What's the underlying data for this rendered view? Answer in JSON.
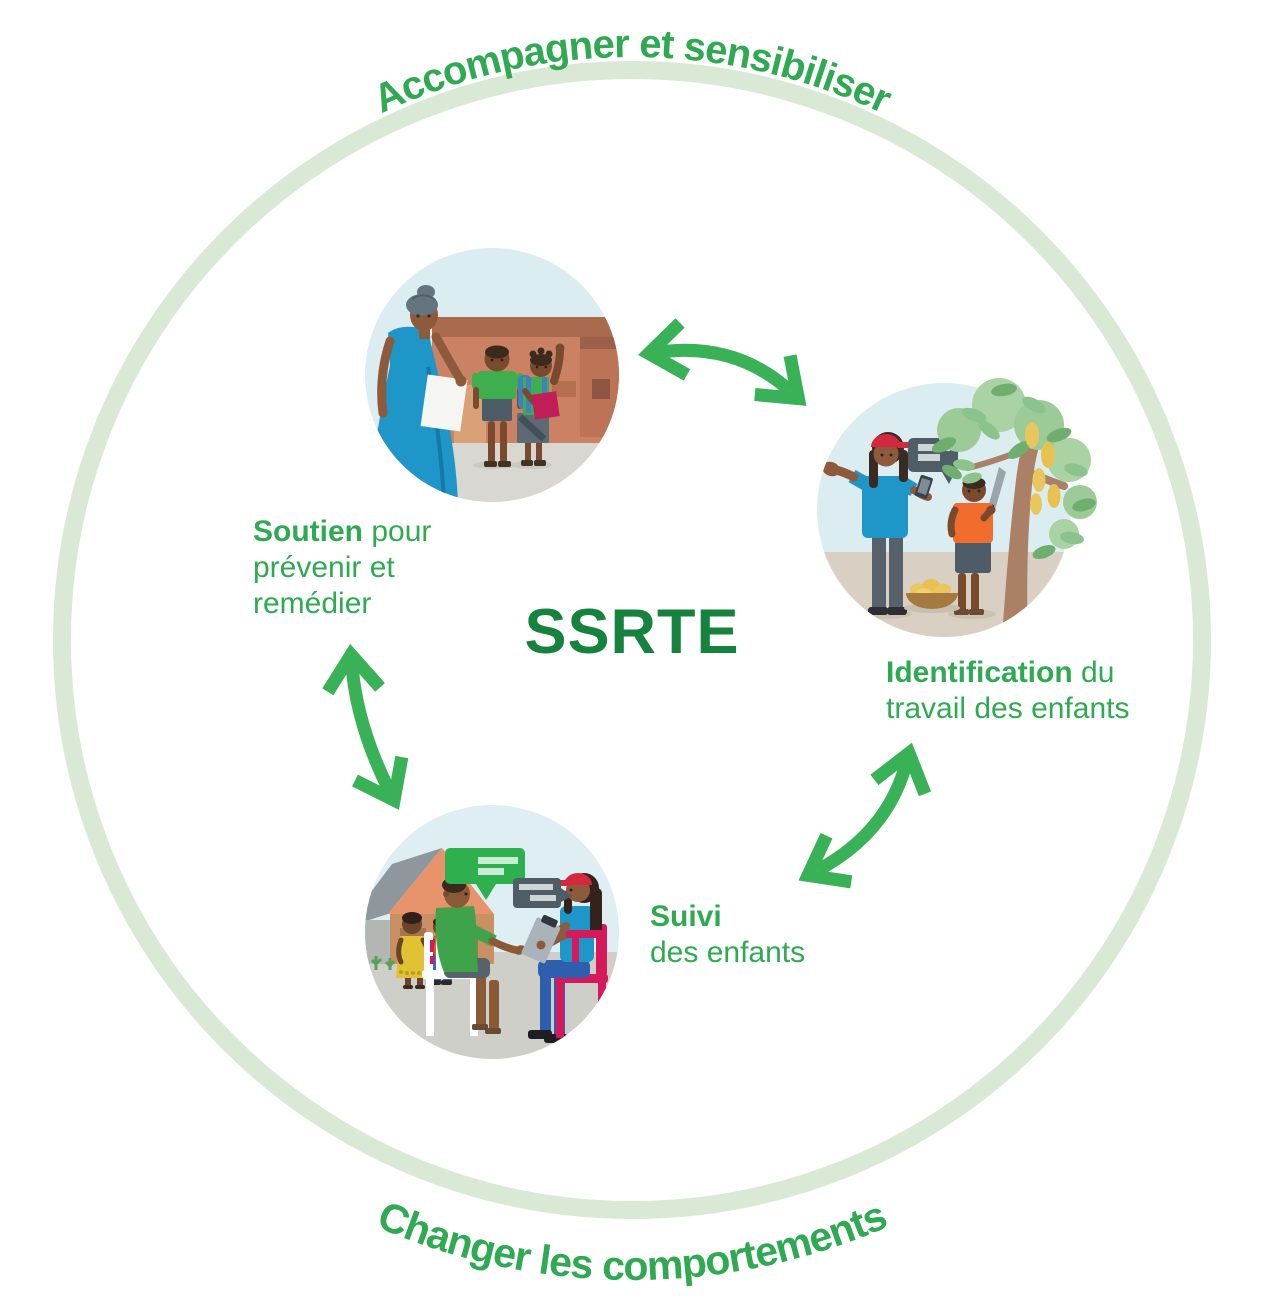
{
  "center_title": "SSRTE",
  "arc_top_text": "Accompagner et sensibiliser",
  "arc_bottom_text": "Changer les comportements",
  "labels": {
    "soutien": {
      "bold": "Soutien",
      "line1_rest": " pour",
      "line2": "prévenir et",
      "line3": "remédier"
    },
    "identification": {
      "bold": "Identification",
      "line1_rest": " du",
      "line2": "travail des enfants"
    },
    "suivi": {
      "bold": "Suivi",
      "line2": "des enfants"
    }
  },
  "illustrations": {
    "school": "school-support-scene",
    "identification": "cocoa-field-identification-scene",
    "follow_up": "household-interview-scene"
  },
  "colors": {
    "ring": "#dae9d5",
    "green_text": "#2faa52",
    "center_title_green": "#15823e",
    "arrow_green": "#39b257"
  }
}
